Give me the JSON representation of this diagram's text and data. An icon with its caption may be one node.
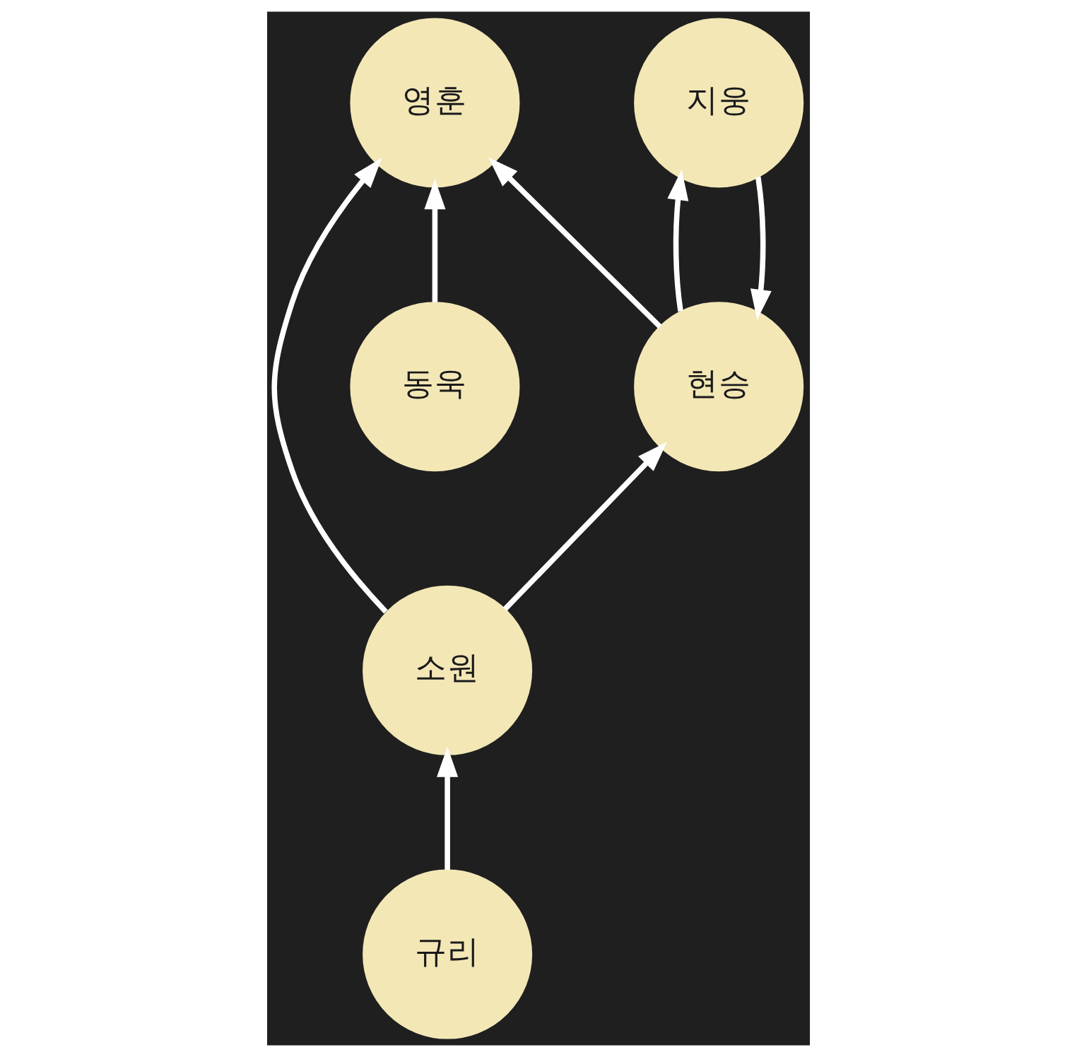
{
  "diagram": {
    "nodes": [
      {
        "text": [
          "영훈"
        ]
      },
      {
        "text": [
          "현승"
        ]
      },
      {
        "text": [
          "소원"
        ]
      },
      {
        "text": [
          "규리"
        ]
      },
      {
        "text": [
          "동욱"
        ]
      },
      {
        "text": [
          "지웅"
        ]
      }
    ],
    "edges": [
      {
        "from": 1,
        "to": 0,
        "arrow": "to"
      },
      {
        "from": 4,
        "to": 0,
        "arrow": "to"
      },
      {
        "from": 2,
        "to": 0,
        "arrow": "to"
      },
      {
        "from": 2,
        "to": 1,
        "arrow": "to"
      },
      {
        "from": 3,
        "to": 2,
        "arrow": "to"
      },
      {
        "from": 1,
        "to": 5,
        "arrow": "to"
      },
      {
        "from": 5,
        "to": 1,
        "arrow": "to"
      }
    ]
  }
}
